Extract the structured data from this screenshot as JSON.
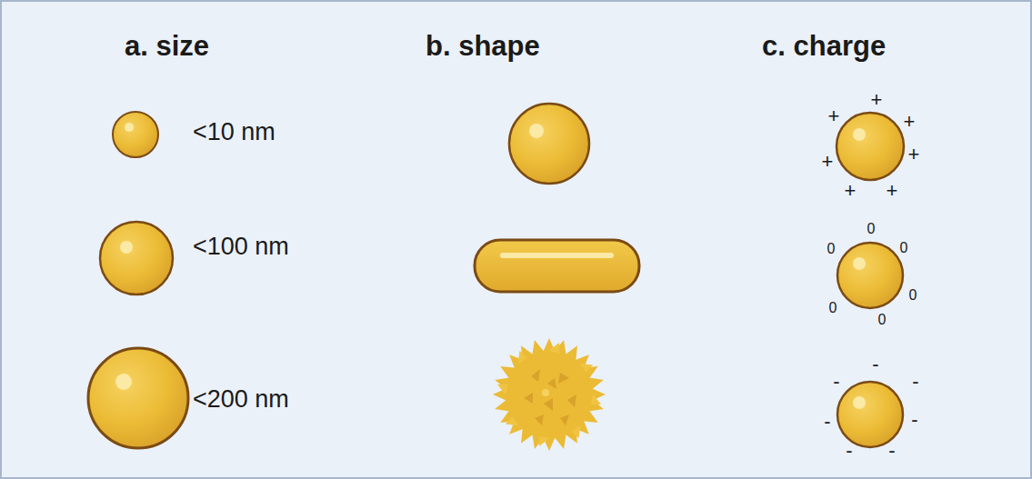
{
  "diagram": {
    "labels": [
      "a. size",
      "b. shape",
      "c. charge",
      "<10 nm",
      "<100 nm",
      "<200 nm",
      "+",
      "+",
      "+",
      "+",
      "+",
      "+",
      "+",
      "0",
      "0",
      "0",
      "0",
      "0",
      "0",
      "-",
      "-",
      "-",
      "-",
      "-",
      "-",
      "-"
    ]
  }
}
